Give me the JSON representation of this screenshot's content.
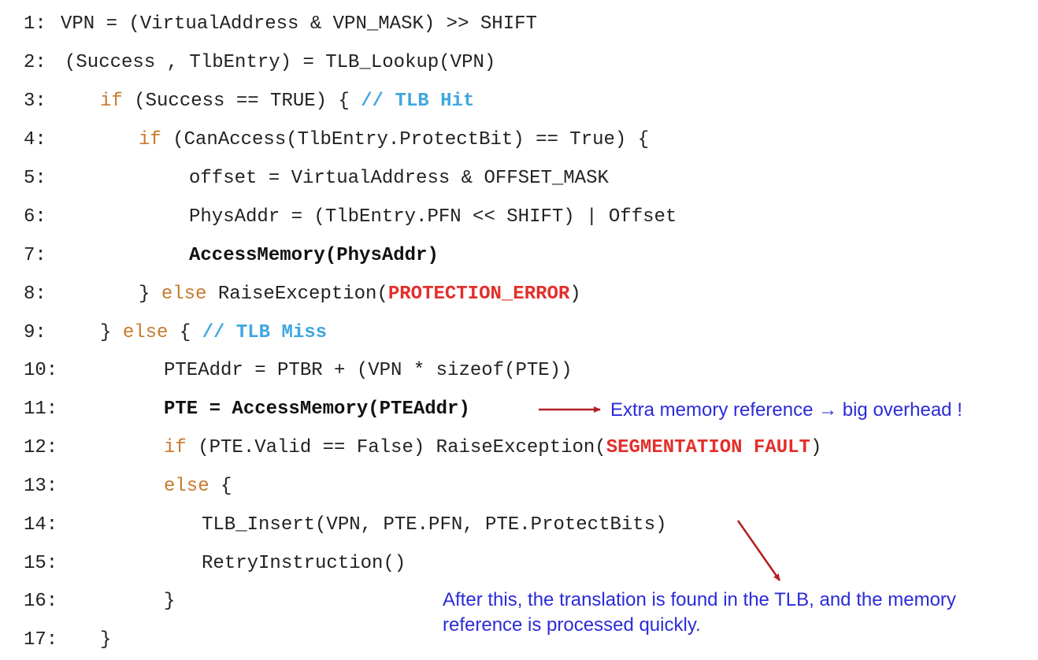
{
  "code": {
    "lines": [
      {
        "num": "1:",
        "parts": [
          {
            "text": "VPN = (VirtualAddress & VPN_MASK) >> SHIFT"
          }
        ]
      },
      {
        "num": "2:",
        "parts": [
          {
            "text": "(Success , TlbEntry) = TLB_Lookup(VPN)"
          }
        ]
      },
      {
        "num": "3:",
        "parts": [
          {
            "text": "if",
            "cls": "kw"
          },
          {
            "text": " (Success == TRUE) { "
          },
          {
            "text": "// TLB Hit",
            "cls": "cm"
          }
        ]
      },
      {
        "num": "4:",
        "parts": [
          {
            "text": "if",
            "cls": "kw"
          },
          {
            "text": " (CanAccess(TlbEntry.ProtectBit) == True) {"
          }
        ]
      },
      {
        "num": "5:",
        "parts": [
          {
            "text": "offset = VirtualAddress & OFFSET_MASK"
          }
        ]
      },
      {
        "num": "6:",
        "parts": [
          {
            "text": "PhysAddr = (TlbEntry.PFN << SHIFT) | Offset"
          }
        ]
      },
      {
        "num": "7:",
        "parts": [
          {
            "text": "AccessMemory(PhysAddr)",
            "cls": "b"
          }
        ]
      },
      {
        "num": "8:",
        "parts": [
          {
            "text": "} "
          },
          {
            "text": "else",
            "cls": "kw"
          },
          {
            "text": " RaiseException("
          },
          {
            "text": "PROTECTION_ERROR",
            "cls": "err"
          },
          {
            "text": ")"
          }
        ]
      },
      {
        "num": "9:",
        "parts": [
          {
            "text": "} "
          },
          {
            "text": "else",
            "cls": "kw"
          },
          {
            "text": " { "
          },
          {
            "text": "// TLB Miss",
            "cls": "cm"
          }
        ]
      },
      {
        "num": "10:",
        "parts": [
          {
            "text": "PTEAddr = PTBR + (VPN * sizeof(PTE))"
          }
        ]
      },
      {
        "num": "11:",
        "parts": [
          {
            "text": "PTE = AccessMemory(PTEAddr)",
            "cls": "b"
          }
        ]
      },
      {
        "num": "12:",
        "parts": [
          {
            "text": "if",
            "cls": "kw"
          },
          {
            "text": " (PTE.Valid == False) RaiseException("
          },
          {
            "text": "SEGMENTATION FAULT",
            "cls": "err"
          },
          {
            "text": ")"
          }
        ]
      },
      {
        "num": "13:",
        "parts": [
          {
            "text": "else",
            "cls": "kw"
          },
          {
            "text": " {"
          }
        ]
      },
      {
        "num": "14:",
        "parts": [
          {
            "text": "TLB_Insert(VPN, PTE.PFN, PTE.ProtectBits)"
          }
        ]
      },
      {
        "num": "15:",
        "parts": [
          {
            "text": "RetryInstruction()"
          }
        ]
      },
      {
        "num": "16:",
        "parts": [
          {
            "text": "}"
          }
        ]
      },
      {
        "num": "17:",
        "parts": [
          {
            "text": "}"
          }
        ]
      }
    ]
  },
  "annotations": {
    "overhead_note": "Extra memory reference → big overhead !",
    "after_note_line1": "After this, the translation is found in the TLB, and the memory",
    "after_note_line2": "reference is processed quickly."
  },
  "colors": {
    "keyword": "#c87a2c",
    "comment": "#3fa7e0",
    "error": "#e2302b",
    "note": "#2b2bd8",
    "arrow": "#b21f1f"
  }
}
